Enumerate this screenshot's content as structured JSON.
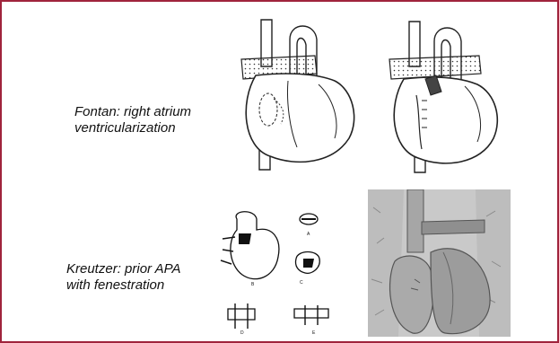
{
  "slide": {
    "frame_color": "#a0243c",
    "background": "#ffffff"
  },
  "rows": [
    {
      "caption_line1": "Fontan: right atrium",
      "caption_line2": "ventricularization",
      "figures": [
        "heart-diagram-icon",
        "heart-diagram-icon"
      ]
    },
    {
      "caption_line1": "Kreutzer: prior APA",
      "caption_line2": "with fenestration",
      "figures": [
        "surgical-sketches-icon",
        "heart-photo-icon"
      ]
    }
  ],
  "sketch_labels": [
    "A",
    "B",
    "C",
    "D",
    "E"
  ]
}
